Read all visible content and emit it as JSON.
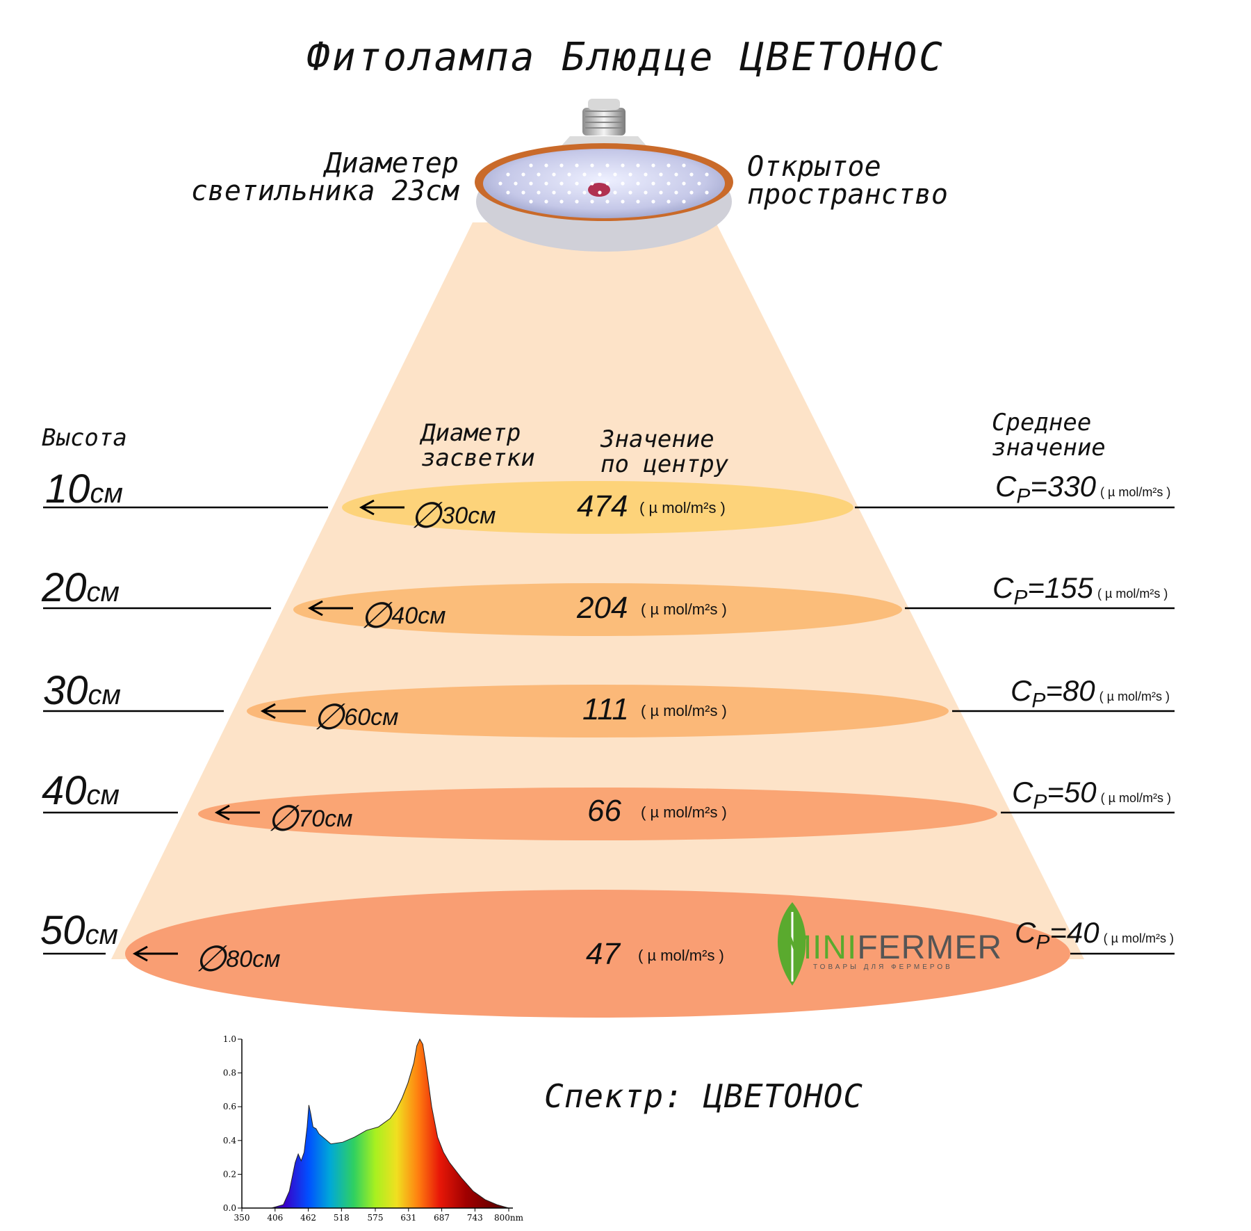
{
  "title": "Фитолампа Блюдце ЦВЕТОНОС",
  "lamp": {
    "diameter_label_line1": "Диаметер",
    "diameter_label_line2": "светильника 23см",
    "space_label_line1": "Открытое",
    "space_label_line2": "пространство"
  },
  "headers": {
    "height": "Высота",
    "diameter_line1": "Диаметр",
    "diameter_line2": "засветки",
    "center_line1": "Значение",
    "center_line2": "по центру",
    "average_line1": "Среднее",
    "average_line2": "значение"
  },
  "unit": "( µ mol/m²s )",
  "cp_prefix": "C",
  "cp_sub": "P",
  "levels": [
    {
      "height": "10",
      "height_unit": "см",
      "diameter": "30см",
      "center": "474",
      "average": "=330"
    },
    {
      "height": "20",
      "height_unit": "см",
      "diameter": "40см",
      "center": "204",
      "average": "=155"
    },
    {
      "height": "30",
      "height_unit": "см",
      "diameter": "60см",
      "center": "111",
      "average": "=80"
    },
    {
      "height": "40",
      "height_unit": "см",
      "diameter": "70см",
      "center": "66",
      "average": "=50"
    },
    {
      "height": "50",
      "height_unit": "см",
      "diameter": "80см",
      "center": "47",
      "average": "=40"
    }
  ],
  "colors": {
    "cone": "#fde3c8",
    "ellipse_1": "#fdd37a",
    "ellipse_2": "#fbbd7a",
    "ellipse_3": "#fbb878",
    "ellipse_4": "#faa574",
    "ellipse_5": "#f99e73",
    "logo_green": "#5aaa2e",
    "logo_gray": "#555555"
  },
  "logo": {
    "text_mini": "MINI",
    "text_fermer": "FERMER",
    "tagline": "ТОВАРЫ ДЛЯ ФЕРМЕРОВ"
  },
  "spectrum": {
    "caption": "Спектр: ЦВЕТОНОС",
    "y_ticks": [
      "1.0",
      "0.8",
      "0.6",
      "0.4",
      "0.2",
      "0.0"
    ],
    "x_ticks": [
      "350",
      "406",
      "462",
      "518",
      "575",
      "631",
      "687",
      "743",
      "800nm"
    ]
  },
  "chart_data": {
    "type": "area",
    "title": "",
    "xlabel": "",
    "ylabel": "",
    "xlim": [
      350,
      800
    ],
    "ylim": [
      0,
      1.0
    ],
    "x_unit": "nm",
    "series": [
      {
        "x": [
          350,
          400,
          420,
          430,
          440,
          445,
          450,
          455,
          460,
          463,
          466,
          470,
          475,
          480,
          490,
          500,
          520,
          540,
          560,
          580,
          600,
          610,
          620,
          630,
          640,
          645,
          650,
          655,
          660,
          670,
          680,
          690,
          700,
          720,
          740,
          760,
          780,
          800
        ],
        "y": [
          0,
          0,
          0.02,
          0.1,
          0.27,
          0.32,
          0.28,
          0.33,
          0.48,
          0.61,
          0.56,
          0.48,
          0.47,
          0.44,
          0.41,
          0.38,
          0.39,
          0.42,
          0.46,
          0.48,
          0.53,
          0.58,
          0.65,
          0.74,
          0.86,
          0.96,
          1.0,
          0.97,
          0.86,
          0.6,
          0.42,
          0.33,
          0.27,
          0.18,
          0.1,
          0.05,
          0.02,
          0
        ]
      }
    ]
  }
}
